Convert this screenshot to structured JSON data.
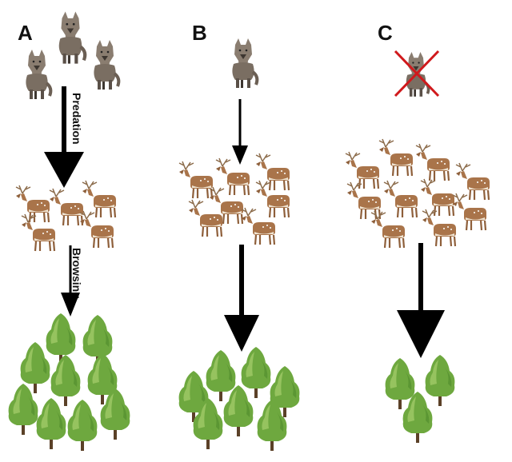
{
  "panels": [
    {
      "letter": "A",
      "predation_label": "Predation",
      "browsing_label": "Browsing"
    },
    {
      "letter": "B"
    },
    {
      "letter": "C"
    }
  ],
  "colors": {
    "arrow": "#000000",
    "tree_foliage": "#6ea83f",
    "tree_foliage_light": "#a7cf6e",
    "tree_trunk": "#5b4128",
    "deer_body": "#a9744a",
    "deer_belly": "#efe4d2",
    "deer_antler": "#8b6b4a",
    "wolf_body": "#8a7d70",
    "wolf_dark": "#3d3630",
    "cross": "#d0191c"
  },
  "icons": {
    "wolf": "wolf-icon",
    "deer": "deer-icon",
    "tree": "tree-icon",
    "cross": "cross-icon"
  }
}
